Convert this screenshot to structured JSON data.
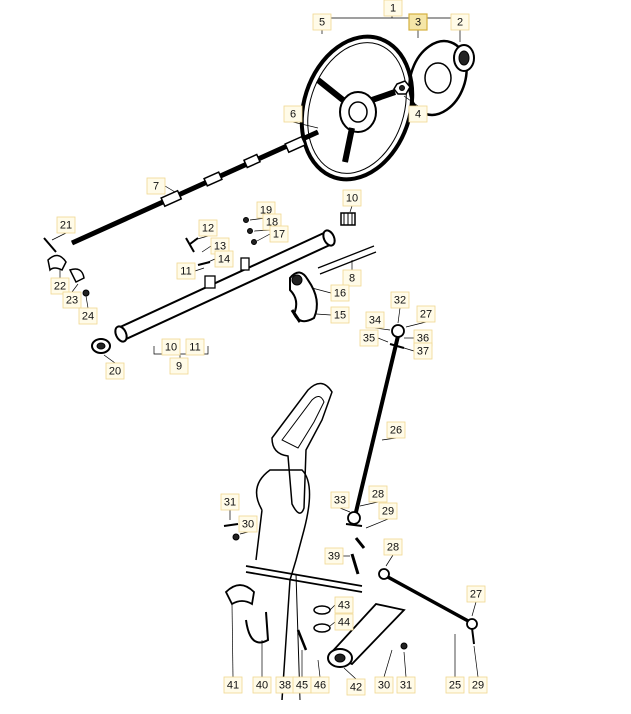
{
  "diagram": {
    "colors": {
      "label_box": "#fffbe8",
      "label_highlight": "#f5e6a8",
      "line": "#000000"
    },
    "labels": [
      {
        "id": "l1",
        "text": "1"
      },
      {
        "id": "l5",
        "text": "5"
      },
      {
        "id": "l3",
        "text": "3",
        "highlight": true
      },
      {
        "id": "l2",
        "text": "2"
      },
      {
        "id": "l4",
        "text": "4"
      },
      {
        "id": "l6",
        "text": "6"
      },
      {
        "id": "l7",
        "text": "7"
      },
      {
        "id": "l10a",
        "text": "10"
      },
      {
        "id": "l19",
        "text": "19"
      },
      {
        "id": "l18",
        "text": "18"
      },
      {
        "id": "l17",
        "text": "17"
      },
      {
        "id": "l21",
        "text": "21"
      },
      {
        "id": "l12",
        "text": "12"
      },
      {
        "id": "l13",
        "text": "13"
      },
      {
        "id": "l14",
        "text": "14"
      },
      {
        "id": "l11a",
        "text": "11"
      },
      {
        "id": "l8",
        "text": "8"
      },
      {
        "id": "l22",
        "text": "22"
      },
      {
        "id": "l23",
        "text": "23"
      },
      {
        "id": "l24",
        "text": "24"
      },
      {
        "id": "l16",
        "text": "16"
      },
      {
        "id": "l15",
        "text": "15"
      },
      {
        "id": "l32",
        "text": "32"
      },
      {
        "id": "l27a",
        "text": "27"
      },
      {
        "id": "l34",
        "text": "34"
      },
      {
        "id": "l36",
        "text": "36"
      },
      {
        "id": "l35",
        "text": "35"
      },
      {
        "id": "l37",
        "text": "37"
      },
      {
        "id": "l10b",
        "text": "10"
      },
      {
        "id": "l11b",
        "text": "11"
      },
      {
        "id": "l9",
        "text": "9"
      },
      {
        "id": "l20",
        "text": "20"
      },
      {
        "id": "l26",
        "text": "26"
      },
      {
        "id": "l31a",
        "text": "31"
      },
      {
        "id": "l33",
        "text": "33"
      },
      {
        "id": "l28a",
        "text": "28"
      },
      {
        "id": "l30a",
        "text": "30"
      },
      {
        "id": "l29a",
        "text": "29"
      },
      {
        "id": "l39",
        "text": "39"
      },
      {
        "id": "l28b",
        "text": "28"
      },
      {
        "id": "l27b",
        "text": "27"
      },
      {
        "id": "l43",
        "text": "43"
      },
      {
        "id": "l44",
        "text": "44"
      },
      {
        "id": "l41",
        "text": "41"
      },
      {
        "id": "l40",
        "text": "40"
      },
      {
        "id": "l38",
        "text": "38"
      },
      {
        "id": "l45",
        "text": "45"
      },
      {
        "id": "l46",
        "text": "46"
      },
      {
        "id": "l42",
        "text": "42"
      },
      {
        "id": "l30b",
        "text": "30"
      },
      {
        "id": "l31b",
        "text": "31"
      },
      {
        "id": "l25",
        "text": "25"
      },
      {
        "id": "l29b",
        "text": "29"
      }
    ]
  }
}
